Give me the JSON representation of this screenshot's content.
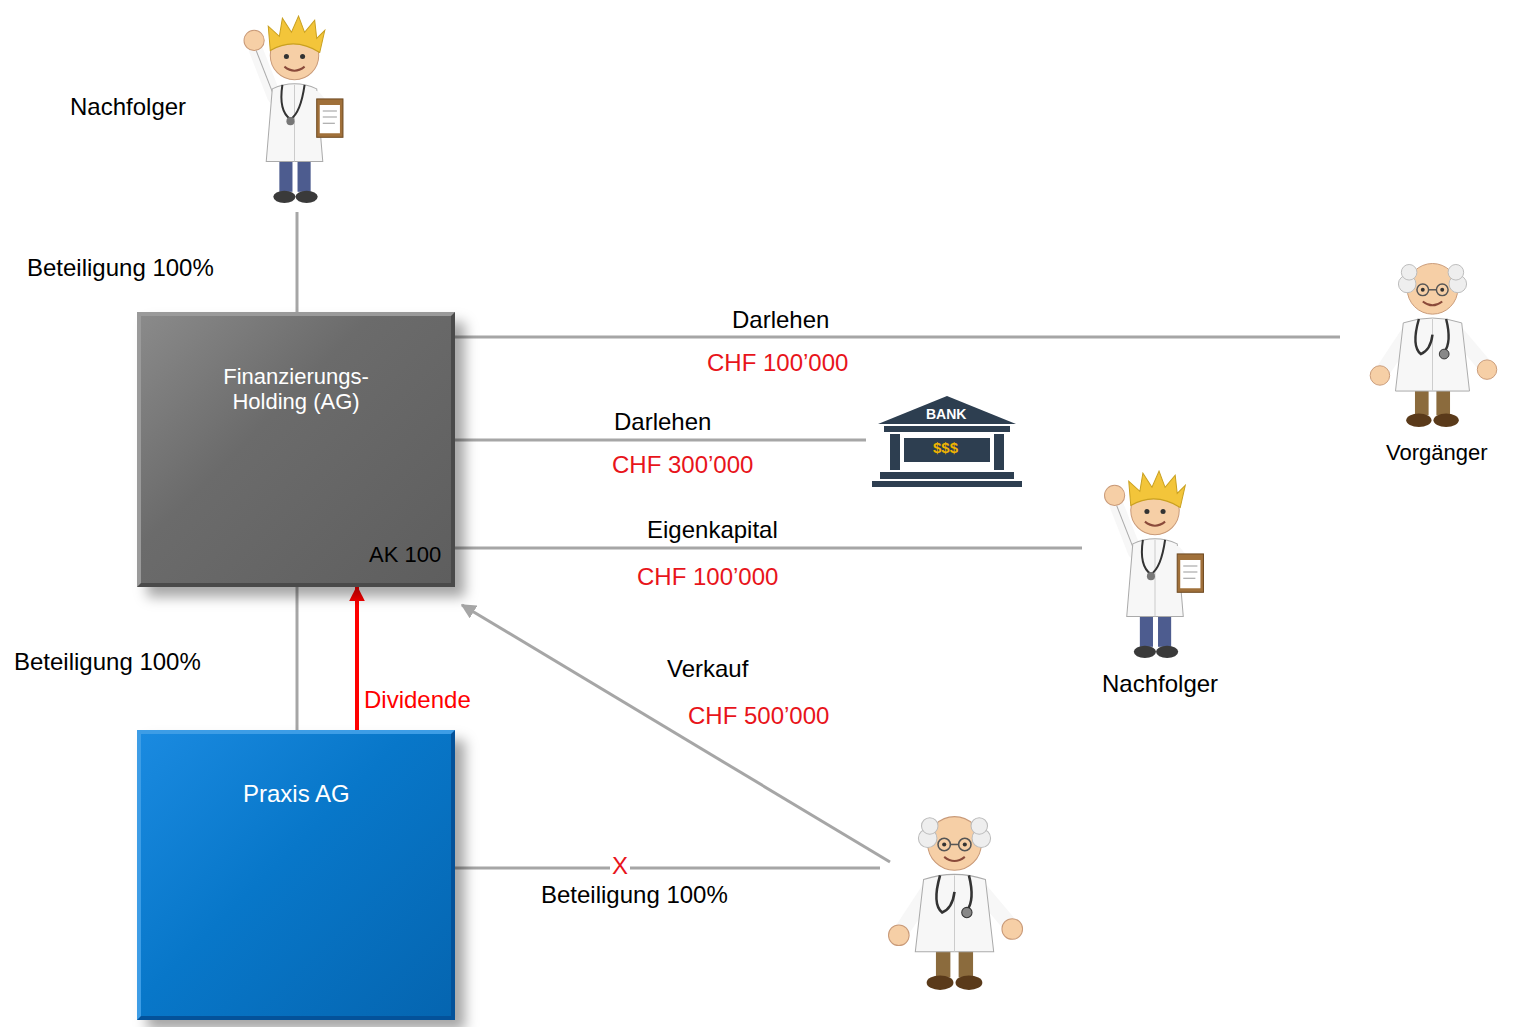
{
  "diagram": {
    "nodes": [
      {
        "text": [
          "Nachfolger"
        ]
      },
      {
        "text": [
          "Finanzierungs- Holding (AG)",
          "AK 100"
        ]
      },
      {
        "text": [
          "Vorgänger"
        ]
      },
      {
        "text": [
          "BANK",
          "$$$"
        ]
      },
      {
        "text": [
          "Nachfolger"
        ]
      },
      {
        "text": [
          "Praxis AG"
        ]
      }
    ],
    "edges": [
      {
        "from": 0,
        "to": 1,
        "arrow": "none",
        "label": "Beteiligung 100%"
      },
      {
        "from": 1,
        "to": 2,
        "arrow": "none",
        "label": "Darlehen"
      },
      {
        "from": 1,
        "to": 3,
        "arrow": "none",
        "label": "Darlehen"
      },
      {
        "from": 1,
        "to": 4,
        "arrow": "none",
        "label": "Eigenkapital"
      },
      {
        "from": 1,
        "to": 5,
        "arrow": "none",
        "label": "Beteiligung 100%"
      },
      {
        "from": 5,
        "to": 1,
        "arrow": "to",
        "label": "Dividende"
      }
    ],
    "labels": [
      "CHF 100’000",
      "CHF 300’000",
      "CHF 100’000",
      "Verkauf",
      "CHF 500’000",
      "X",
      "Beteiligung 100%"
    ]
  }
}
